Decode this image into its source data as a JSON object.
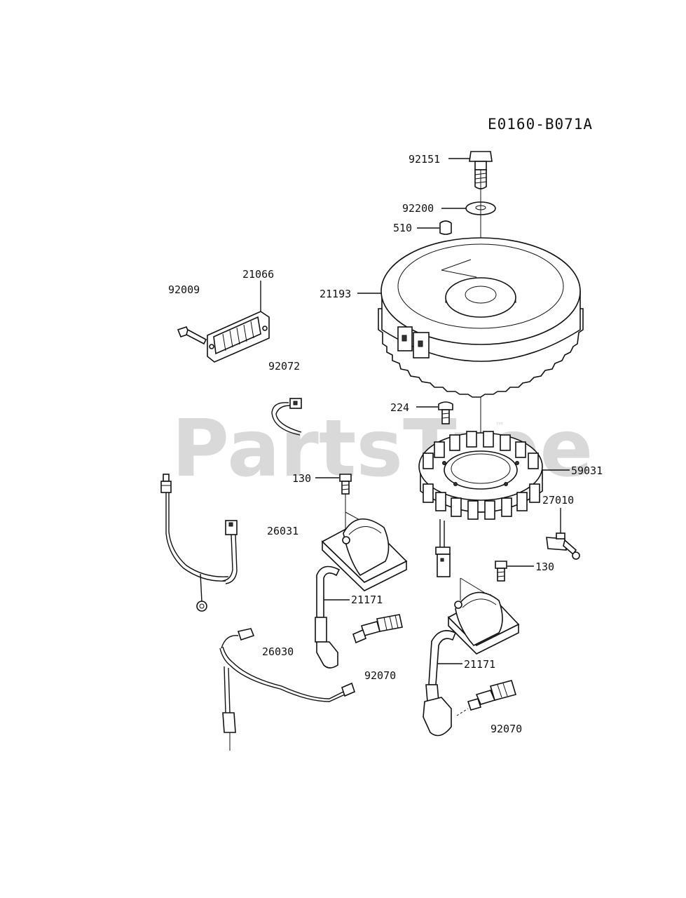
{
  "diagram_code": "E0160-B071A",
  "watermark": {
    "text": "PartsTree",
    "trademark": "™"
  },
  "parts": [
    {
      "id": "p92151",
      "label": "92151"
    },
    {
      "id": "p92200",
      "label": "92200"
    },
    {
      "id": "p510",
      "label": "510"
    },
    {
      "id": "p21066",
      "label": "21066"
    },
    {
      "id": "p92009",
      "label": "92009"
    },
    {
      "id": "p21193",
      "label": "21193"
    },
    {
      "id": "p92072",
      "label": "92072"
    },
    {
      "id": "p224",
      "label": "224"
    },
    {
      "id": "p59031",
      "label": "59031"
    },
    {
      "id": "p130a",
      "label": "130"
    },
    {
      "id": "p27010",
      "label": "27010"
    },
    {
      "id": "p26031",
      "label": "26031"
    },
    {
      "id": "p130b",
      "label": "130"
    },
    {
      "id": "p21171a",
      "label": "21171"
    },
    {
      "id": "p26030",
      "label": "26030"
    },
    {
      "id": "p92070a",
      "label": "92070"
    },
    {
      "id": "p21171b",
      "label": "21171"
    },
    {
      "id": "p92070b",
      "label": "92070"
    }
  ]
}
